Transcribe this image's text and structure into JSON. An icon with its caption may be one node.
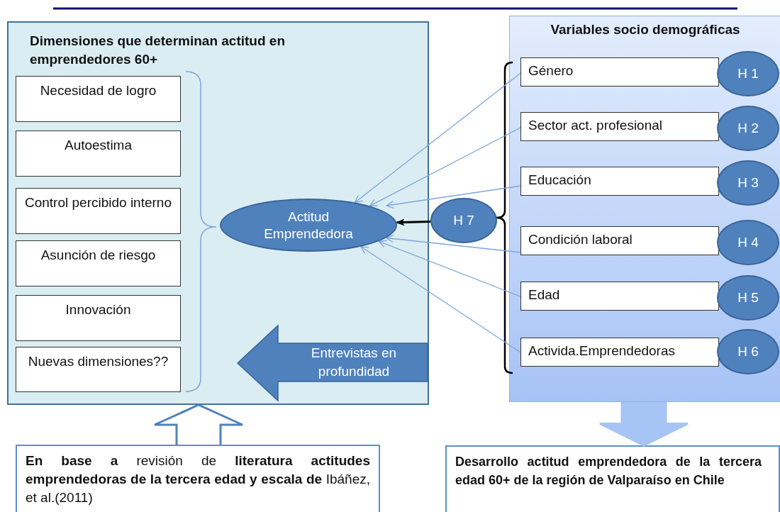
{
  "diagram": {
    "nodes": [
      {
        "text": [
          "Dimensiones que determinan actitud en emprendedores 60+"
        ]
      },
      {
        "text": [
          "Necesidad de logro"
        ],
        "in": 0
      },
      {
        "text": [
          "Autoestima"
        ],
        "in": 0
      },
      {
        "text": [
          "Control percibido interno"
        ],
        "in": 0
      },
      {
        "text": [
          "Asunción de riesgo"
        ],
        "in": 0
      },
      {
        "text": [
          "Innovación"
        ],
        "in": 0
      },
      {
        "text": [
          "Nuevas dimensiones??"
        ],
        "in": 0
      },
      {
        "text": [
          "Actitud Emprendedora"
        ],
        "in": 0
      },
      {
        "text": [
          "Entrevistas en profundidad"
        ],
        "in": 0
      },
      {
        "text": [
          "Variables socio demográficas"
        ]
      },
      {
        "text": [
          "Género"
        ],
        "in": 9
      },
      {
        "text": [
          "Sector act. profesional"
        ],
        "in": 9
      },
      {
        "text": [
          "Educación"
        ],
        "in": 9
      },
      {
        "text": [
          "Condición laboral"
        ],
        "in": 9
      },
      {
        "text": [
          "Edad"
        ],
        "in": 9
      },
      {
        "text": [
          "Activida.Emprendedoras"
        ],
        "in": 9
      },
      {
        "text": [
          "H 1"
        ],
        "in": 9
      },
      {
        "text": [
          "H 2"
        ],
        "in": 9
      },
      {
        "text": [
          "H 3"
        ],
        "in": 9
      },
      {
        "text": [
          "H 4"
        ],
        "in": 9
      },
      {
        "text": [
          "H 5"
        ],
        "in": 9
      },
      {
        "text": [
          "H 6"
        ],
        "in": 9
      },
      {
        "text": [
          "H 7"
        ]
      },
      {
        "text": [
          "**En base a** revisión de **literatura actitudes emprendedoras de la tercera edad y escala de** Ibáñez, et al.(2011)"
        ]
      },
      {
        "text": [
          "Desarrollo actitud emprendedora de la tercera edad 60+ de la región de Valparaíso en Chile"
        ]
      }
    ],
    "edges": [
      {
        "from": 10,
        "to": 7,
        "arrow": "to",
        "color": "#7fa6d9"
      },
      {
        "from": 11,
        "to": 7,
        "arrow": "to",
        "color": "#7fa6d9"
      },
      {
        "from": 12,
        "to": 7,
        "arrow": "to",
        "color": "#7fa6d9"
      },
      {
        "from": 13,
        "to": 7,
        "arrow": "to",
        "color": "#7fa6d9"
      },
      {
        "from": 14,
        "to": 7,
        "arrow": "to",
        "color": "#7fa6d9"
      },
      {
        "from": 15,
        "to": 7,
        "arrow": "to",
        "color": "#7fa6d9"
      },
      {
        "from": 22,
        "to": 7,
        "arrow": "to",
        "style": "thick",
        "color": "#000000"
      },
      {
        "from": 23,
        "to": 0,
        "arrow": "to",
        "style": "thick",
        "color": "#4f81bd"
      },
      {
        "from": 9,
        "to": 24,
        "arrow": "to",
        "style": "thick",
        "color": "#a6c4f5"
      }
    ]
  }
}
